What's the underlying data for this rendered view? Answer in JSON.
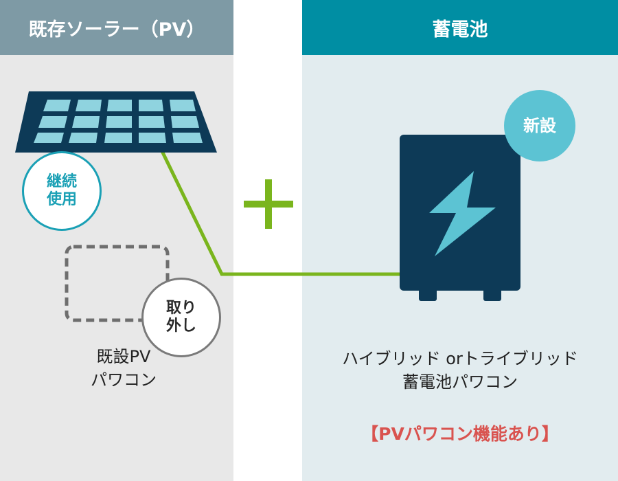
{
  "left_panel": {
    "header": "既存ソーラー（PV）",
    "badge_keep": [
      "継続",
      "使用"
    ],
    "badge_remove": [
      "取り",
      "外し"
    ],
    "caption": [
      "既設PV",
      "パワコン"
    ]
  },
  "right_panel": {
    "header": "蓄電池",
    "badge_new": "新設",
    "caption": [
      "ハイブリッド orトライブリッド",
      "蓄電池パワコン"
    ],
    "feature_note": "【PVパワコン機能あり】"
  },
  "icons": [
    "solar-panel-icon",
    "plus-icon",
    "battery-icon",
    "lightning-bolt-icon",
    "dashed-box-icon"
  ],
  "colors": {
    "left_header": "#7e9aa5",
    "right_header": "#008ea3",
    "left_bg": "#e8e8e8",
    "right_bg": "#e2ecef",
    "wire": "#7ab51d",
    "navy": "#0d3a57",
    "accent": "#5cc3d3",
    "note_red": "#d9534f"
  }
}
